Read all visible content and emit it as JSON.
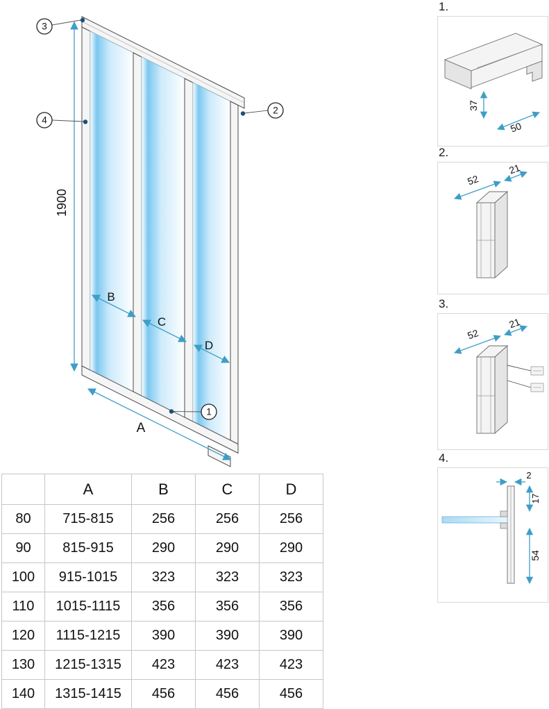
{
  "diagram": {
    "height_dim": "1900",
    "width_dim": "A",
    "panel_dims": [
      "B",
      "C",
      "D"
    ],
    "callouts": [
      "1",
      "2",
      "3",
      "4"
    ]
  },
  "details": {
    "d1": {
      "label": "1.",
      "dim_height": "37",
      "dim_width": "50"
    },
    "d2": {
      "label": "2.",
      "dim_depth": "52",
      "dim_width": "21"
    },
    "d3": {
      "label": "3.",
      "dim_depth": "52",
      "dim_width": "21"
    },
    "d4": {
      "label": "4.",
      "dim_gap": "2",
      "dim_top": "17",
      "dim_bottom": "54"
    }
  },
  "size_table": {
    "headers": [
      "",
      "A",
      "B",
      "C",
      "D"
    ],
    "rows": [
      [
        "80",
        "715-815",
        "256",
        "256",
        "256"
      ],
      [
        "90",
        "815-915",
        "290",
        "290",
        "290"
      ],
      [
        "100",
        "915-1015",
        "323",
        "323",
        "323"
      ],
      [
        "110",
        "1015-1115",
        "356",
        "356",
        "356"
      ],
      [
        "120",
        "1115-1215",
        "390",
        "390",
        "390"
      ],
      [
        "130",
        "1215-1315",
        "423",
        "423",
        "423"
      ],
      [
        "140",
        "1315-1415",
        "456",
        "456",
        "456"
      ]
    ]
  },
  "colors": {
    "glass_blue": "#7cc8f0",
    "dimension": "#3e9ec6",
    "callout_dot": "#17507c"
  }
}
